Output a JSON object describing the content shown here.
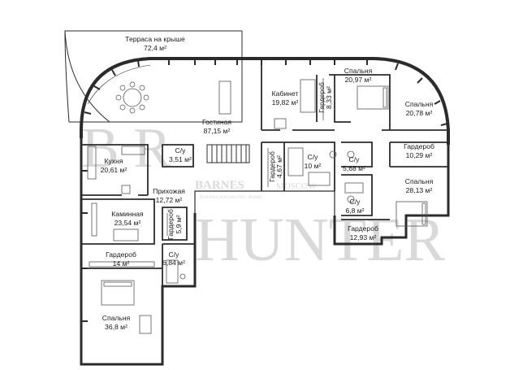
{
  "plan": {
    "rooms": [
      {
        "id": "terrace",
        "name": "Терраса на крыше",
        "area": "72,4 м²"
      },
      {
        "id": "living",
        "name": "Гостиная",
        "area": "87,15 м²"
      },
      {
        "id": "study",
        "name": "Кабинет",
        "area": "19,82 м²"
      },
      {
        "id": "wardrobe-study",
        "name": "Гардероб",
        "area": "8,33 м²"
      },
      {
        "id": "bedroom-top",
        "name": "Спальня",
        "area": "20,97 м²"
      },
      {
        "id": "bedroom-right",
        "name": "Спальня",
        "area": "20,78 м²"
      },
      {
        "id": "wardrobe-right",
        "name": "Гардероб",
        "area": "10,29 м²"
      },
      {
        "id": "kitchen",
        "name": "Кухня",
        "area": "20,61 м²"
      },
      {
        "id": "wc-small",
        "name": "С/у",
        "area": "3,51 м²"
      },
      {
        "id": "wardrobe-center",
        "name": "Гардероб",
        "area": "4,67 м²"
      },
      {
        "id": "wc-center",
        "name": "С/у",
        "area": "10 м²"
      },
      {
        "id": "wc-right-top",
        "name": "С/у",
        "area": "5,68 м²"
      },
      {
        "id": "hall",
        "name": "Прихожая",
        "area": "12,72 м²"
      },
      {
        "id": "bedroom-large",
        "name": "Спальня",
        "area": "28,13 м²"
      },
      {
        "id": "fireplace",
        "name": "Каминная",
        "area": "23,54 м²"
      },
      {
        "id": "wardrobe-small",
        "name": "Гардероб",
        "area": "5,9 м²"
      },
      {
        "id": "wc-right-mid",
        "name": "С/у",
        "area": "6,8 м²"
      },
      {
        "id": "wardrobe-right-bottom",
        "name": "Гардероб",
        "area": "12,93 м²"
      },
      {
        "id": "wardrobe-left",
        "name": "Гардероб",
        "area": "14 м²"
      },
      {
        "id": "wc-left",
        "name": "С/у",
        "area": "6,84 м²"
      },
      {
        "id": "bedroom-bottom",
        "name": "Спальня",
        "area": "36,8 м²"
      }
    ]
  },
  "watermark": {
    "brand": "BARNES",
    "city": "MOSCOW",
    "tagline": "ДЕЛОВАЯ ПОСОЛЬСТВО ЛЮБВИ",
    "hunter": "HUNTER"
  },
  "colors": {
    "wall": "#2b2b2b",
    "line": "#555555",
    "background": "#ffffff"
  }
}
